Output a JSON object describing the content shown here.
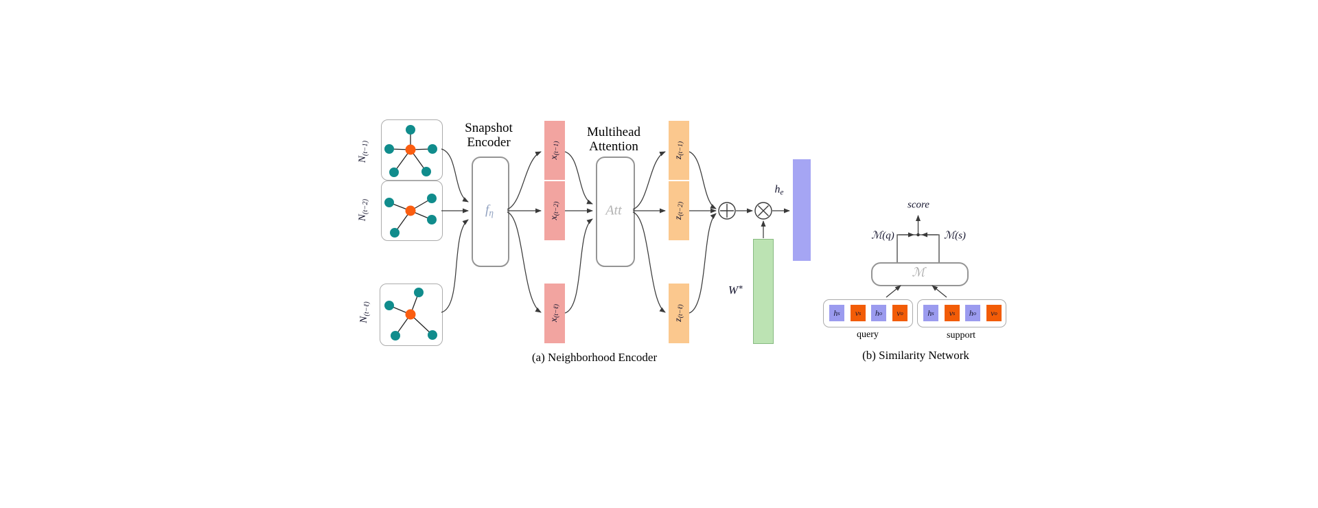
{
  "palette": {
    "node_teal": "#108c8c",
    "node_orange": "#fb5d10",
    "bar_pink": "#f2a4a0",
    "bar_orange": "#fbc88e",
    "bar_green": "#bce3b3",
    "bar_green_border": "#86ba80",
    "bar_purple": "#a5a5f3",
    "cell_purple": "#9b9bef",
    "cell_orange": "#f25c07",
    "box_border": "#949494",
    "wire": "#3a3a3a"
  },
  "encoder": {
    "caption": "(a) Neighborhood Encoder",
    "snapshot_encoder_title": {
      "line1": "Snapshot",
      "line2": "Encoder"
    },
    "attention_title": {
      "line1": "Multihead",
      "line2": "Attention"
    },
    "snapshots": [
      {
        "base": "N",
        "sub": "(t−1)"
      },
      {
        "base": "N",
        "sub": "(t−2)"
      },
      {
        "base": "N",
        "sub": "(t−ℓ)"
      }
    ],
    "fn_label": {
      "base": "f",
      "sub": "η"
    },
    "att_label": "Att",
    "x_bars": [
      {
        "base": "x",
        "sub": "(t−1)"
      },
      {
        "base": "x",
        "sub": "(t−2)"
      },
      {
        "base": "x",
        "sub": "(t−ℓ)"
      }
    ],
    "z_bars": [
      {
        "base": "z",
        "sub": "(t−1)"
      },
      {
        "base": "z",
        "sub": "(t−2)"
      },
      {
        "base": "z",
        "sub": "(t−ℓ)"
      }
    ],
    "he_label": {
      "base": "h",
      "sub": "e"
    },
    "w_label": {
      "base": "W",
      "sup": "∗"
    },
    "operators": {
      "sum": "circled-plus",
      "product": "circled-times"
    }
  },
  "similarity": {
    "caption": "(b) Similarity Network",
    "score_label": "score",
    "mq_label": "ℳ(q)",
    "ms_label": "ℳ(s)",
    "m_label": "ℳ",
    "query": {
      "label": "query",
      "cells": [
        {
          "base": "h",
          "sub": "s"
        },
        {
          "base": "v",
          "sub": "s"
        },
        {
          "base": "h",
          "sub": "o"
        },
        {
          "base": "v",
          "sub": "o"
        }
      ]
    },
    "support": {
      "label": "support",
      "cells": [
        {
          "base": "h",
          "sub": "s"
        },
        {
          "base": "v",
          "sub": "s"
        },
        {
          "base": "h",
          "sub": "o"
        },
        {
          "base": "v",
          "sub": "o"
        }
      ]
    }
  }
}
